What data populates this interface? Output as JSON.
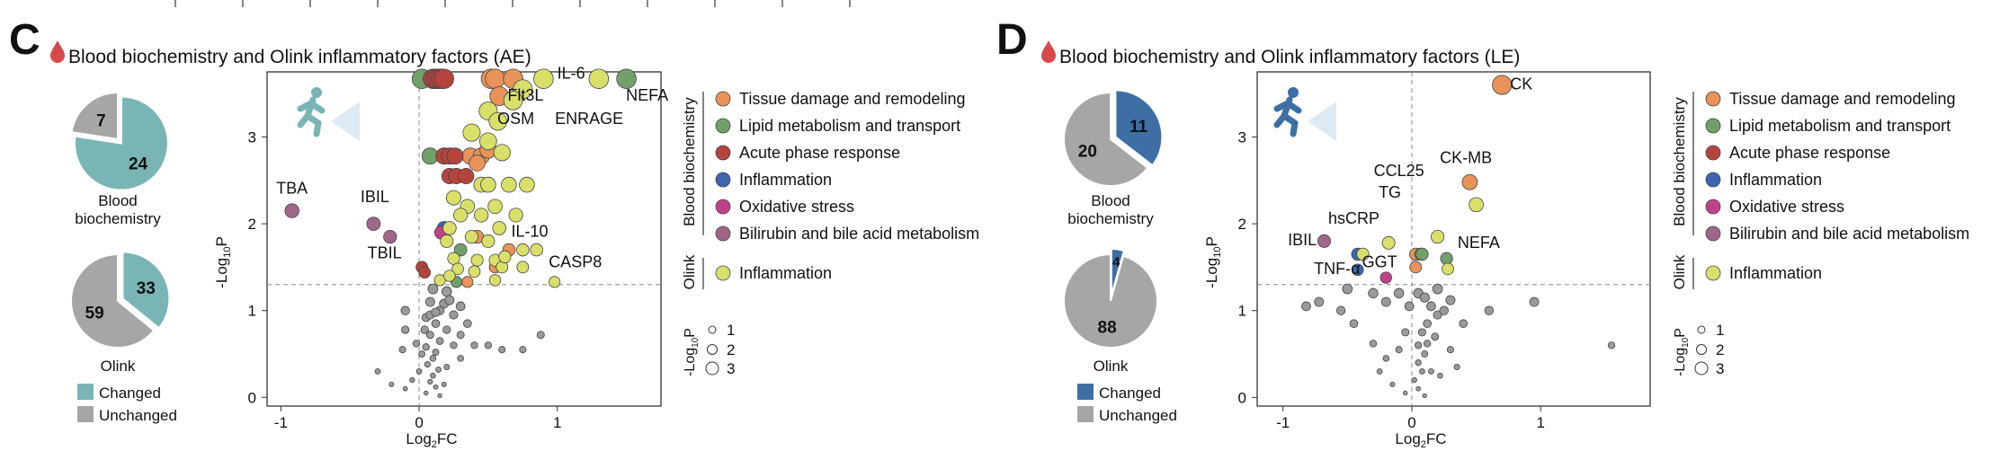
{
  "panels": [
    {
      "letter": "C",
      "title": "Blood biochemistry and Olink inflammatory factors (AE)",
      "accent": "#7ab5b5",
      "pies": [
        {
          "label": "Blood biochemistry",
          "label_lines": [
            "Blood",
            "biochemistry"
          ],
          "changed": 24,
          "unchanged": 7
        },
        {
          "label": "Olink",
          "label_lines": [
            "Olink"
          ],
          "changed": 33,
          "unchanged": 59
        }
      ],
      "pie_legend": {
        "changed": "Changed",
        "unchanged": "Unchanged"
      },
      "volcano": {
        "xlabel": "Log2FC",
        "ylabel": "-Log10P",
        "xlim": [
          -1.1,
          1.75
        ],
        "ylim": [
          -0.1,
          3.75
        ],
        "xticks": [
          -1,
          0,
          1
        ],
        "yticks": [
          0,
          1,
          2,
          3
        ],
        "threshold_y": 1.3,
        "labels": [
          {
            "text": "IL-6",
            "x": 1.1,
            "y": 3.67
          },
          {
            "text": "Flt3L",
            "x": 0.77,
            "y": 3.42
          },
          {
            "text": "NEFA",
            "x": 1.65,
            "y": 3.42
          },
          {
            "text": "OSM",
            "x": 0.7,
            "y": 3.15
          },
          {
            "text": "ENRAGE",
            "x": 1.23,
            "y": 3.15
          },
          {
            "text": "TBA",
            "x": -0.92,
            "y": 2.35
          },
          {
            "text": "IBIL",
            "x": -0.32,
            "y": 2.25
          },
          {
            "text": "TBIL",
            "x": -0.25,
            "y": 1.6
          },
          {
            "text": "IL-10",
            "x": 0.8,
            "y": 1.85
          },
          {
            "text": "CASP8",
            "x": 1.13,
            "y": 1.5
          }
        ]
      }
    },
    {
      "letter": "D",
      "title": "Blood biochemistry and Olink inflammatory factors (LE)",
      "accent": "#3d6fa5",
      "pies": [
        {
          "label": "Blood biochemistry",
          "label_lines": [
            "Blood",
            "biochemistry"
          ],
          "changed": 11,
          "unchanged": 20
        },
        {
          "label": "Olink",
          "label_lines": [
            "Olink"
          ],
          "changed": 4,
          "unchanged": 88
        }
      ],
      "pie_legend": {
        "changed": "Changed",
        "unchanged": "Unchanged"
      },
      "volcano": {
        "xlabel": "Log2FC",
        "ylabel": "-Log10P",
        "xlim": [
          -1.2,
          1.85
        ],
        "ylim": [
          -0.1,
          3.75
        ],
        "xticks": [
          -1,
          0,
          1
        ],
        "yticks": [
          0,
          1,
          2,
          3
        ],
        "threshold_y": 1.3,
        "labels": [
          {
            "text": "CK",
            "x": 0.85,
            "y": 3.55
          },
          {
            "text": "CK-MB",
            "x": 0.42,
            "y": 2.7
          },
          {
            "text": "CCL25",
            "x": -0.1,
            "y": 2.55
          },
          {
            "text": "TG",
            "x": -0.17,
            "y": 2.3
          },
          {
            "text": "hsCRP",
            "x": -0.45,
            "y": 2.0
          },
          {
            "text": "IBIL",
            "x": -0.85,
            "y": 1.75
          },
          {
            "text": "GGT",
            "x": -0.25,
            "y": 1.5
          },
          {
            "text": "TNF-α",
            "x": -0.58,
            "y": 1.42
          },
          {
            "text": "NEFA",
            "x": 0.52,
            "y": 1.72
          }
        ]
      }
    }
  ],
  "category_legend": {
    "group_blood": "Blood biochemistry",
    "group_olink": "Olink",
    "items": [
      {
        "name": "Tissue damage and remodeling",
        "color": "#e8935a"
      },
      {
        "name": "Lipid metabolism and transport",
        "color": "#72a06b"
      },
      {
        "name": "Acute phase response",
        "color": "#b5443f"
      },
      {
        "name": "Inflammation",
        "color": "#3d66b0"
      },
      {
        "name": "Oxidative stress",
        "color": "#c2408a"
      },
      {
        "name": "Bilirubin and bile acid metabolism",
        "color": "#a0668a"
      }
    ],
    "olink_item": {
      "name": "Inflammation",
      "color": "#d8e06a"
    }
  },
  "size_legend": {
    "title": "-Log10P",
    "levels": [
      "1",
      "2",
      "3"
    ]
  },
  "colors": {
    "unchanged": "#a6a6a6",
    "grey_point": "#9a9a9a",
    "runner": "#7ab5b5",
    "runner_d": "#3d6fa5"
  },
  "icons": [
    "blood-drop-icon",
    "runner-icon"
  ],
  "chart_data": [
    {
      "type": "scatter",
      "title": "Blood biochemistry and Olink inflammatory factors (AE)",
      "xlabel": "Log2FC",
      "ylabel": "-Log10P",
      "xlim": [
        -1.1,
        1.75
      ],
      "ylim": [
        -0.1,
        3.75
      ],
      "threshold_y": 1.3,
      "grid": false,
      "series": [
        {
          "name": "Tissue damage and remodeling",
          "color": "#e8935a",
          "points": [
            [
              0.52,
              3.67
            ],
            [
              0.55,
              3.67
            ],
            [
              0.68,
              3.67
            ],
            [
              0.58,
              3.47
            ],
            [
              0.37,
              2.78
            ],
            [
              0.45,
              2.78
            ],
            [
              0.5,
              2.85
            ],
            [
              0.42,
              2.7
            ],
            [
              0.42,
              1.85
            ],
            [
              0.55,
              1.5
            ],
            [
              0.35,
              1.33
            ],
            [
              0.65,
              1.7
            ]
          ]
        },
        {
          "name": "Lipid metabolism and transport",
          "color": "#72a06b",
          "points": [
            [
              1.5,
              3.67
            ],
            [
              0.02,
              3.67
            ],
            [
              0.08,
              2.78
            ],
            [
              0.3,
              1.7
            ],
            [
              0.27,
              1.33
            ]
          ]
        },
        {
          "name": "Acute phase response",
          "color": "#b5443f",
          "points": [
            [
              0.1,
              3.67
            ],
            [
              0.12,
              3.67
            ],
            [
              0.14,
              3.67
            ],
            [
              0.16,
              3.67
            ],
            [
              0.18,
              3.67
            ],
            [
              0.18,
              2.78
            ],
            [
              0.22,
              2.78
            ],
            [
              0.26,
              2.78
            ],
            [
              0.22,
              2.55
            ],
            [
              0.27,
              2.55
            ],
            [
              0.34,
              2.55
            ],
            [
              0.02,
              1.5
            ],
            [
              0.04,
              1.44
            ]
          ]
        },
        {
          "name": "Inflammation",
          "color": "#3d66b0",
          "points": [
            [
              0.18,
              1.95
            ]
          ]
        },
        {
          "name": "Oxidative stress",
          "color": "#c2408a",
          "points": [
            [
              0.16,
              1.9
            ]
          ]
        },
        {
          "name": "Bilirubin and bile acid metabolism",
          "color": "#a0668a",
          "points": [
            [
              -0.92,
              2.15
            ],
            [
              -0.33,
              2.0
            ],
            [
              -0.21,
              1.85
            ]
          ]
        },
        {
          "name": "Inflammation (Olink)",
          "color": "#d8e06a",
          "points": [
            [
              1.3,
              3.67
            ],
            [
              0.9,
              3.67
            ],
            [
              0.75,
              3.55
            ],
            [
              0.68,
              3.42
            ],
            [
              0.5,
              3.3
            ],
            [
              0.57,
              3.18
            ],
            [
              0.38,
              3.05
            ],
            [
              0.5,
              2.95
            ],
            [
              0.6,
              2.82
            ],
            [
              0.45,
              2.45
            ],
            [
              0.5,
              2.45
            ],
            [
              0.65,
              2.45
            ],
            [
              0.78,
              2.45
            ],
            [
              0.25,
              2.3
            ],
            [
              0.35,
              2.2
            ],
            [
              0.55,
              2.2
            ],
            [
              0.3,
              2.1
            ],
            [
              0.45,
              2.1
            ],
            [
              0.7,
              2.1
            ],
            [
              0.22,
              1.95
            ],
            [
              0.38,
              1.85
            ],
            [
              0.58,
              1.95
            ],
            [
              0.75,
              1.7
            ],
            [
              0.85,
              1.7
            ],
            [
              0.25,
              1.6
            ],
            [
              0.42,
              1.58
            ],
            [
              0.55,
              1.58
            ],
            [
              0.28,
              1.48
            ],
            [
              0.4,
              1.45
            ],
            [
              0.6,
              1.5
            ],
            [
              0.75,
              1.5
            ],
            [
              0.15,
              1.35
            ],
            [
              0.55,
              1.35
            ],
            [
              0.98,
              1.33
            ],
            [
              0.22,
              1.4
            ],
            [
              0.5,
              1.8
            ],
            [
              0.62,
              1.62
            ],
            [
              0.2,
              1.8
            ]
          ]
        },
        {
          "name": "Unchanged",
          "color": "#9a9a9a",
          "points": [
            [
              0.1,
              1.25
            ],
            [
              0.2,
              1.22
            ],
            [
              0.08,
              1.1
            ],
            [
              0.18,
              1.08
            ],
            [
              0.15,
              1.0
            ],
            [
              0.25,
              0.95
            ],
            [
              0.05,
              0.92
            ],
            [
              -0.1,
              1.0
            ],
            [
              0.12,
              0.85
            ],
            [
              0.2,
              0.78
            ],
            [
              0.08,
              0.72
            ],
            [
              0.15,
              0.65
            ],
            [
              0.05,
              0.58
            ],
            [
              0.12,
              0.52
            ],
            [
              0.1,
              0.45
            ],
            [
              0.06,
              0.38
            ],
            [
              0.14,
              0.32
            ],
            [
              0.1,
              0.25
            ],
            [
              0.08,
              0.18
            ],
            [
              0.12,
              0.12
            ],
            [
              0.05,
              0.05
            ],
            [
              0.15,
              0.02
            ],
            [
              -0.02,
              0.62
            ],
            [
              0.02,
              0.5
            ],
            [
              0.0,
              0.3
            ],
            [
              -0.05,
              0.2
            ],
            [
              -0.1,
              0.1
            ],
            [
              -0.1,
              0.78
            ],
            [
              -0.12,
              0.55
            ],
            [
              -0.3,
              0.3
            ],
            [
              -0.2,
              0.15
            ],
            [
              0.3,
              0.72
            ],
            [
              0.4,
              0.6
            ],
            [
              0.5,
              0.6
            ],
            [
              0.6,
              0.55
            ],
            [
              0.75,
              0.55
            ],
            [
              0.88,
              0.72
            ],
            [
              0.35,
              0.85
            ],
            [
              0.25,
              0.6
            ],
            [
              0.3,
              0.45
            ],
            [
              0.2,
              0.35
            ],
            [
              0.18,
              0.15
            ],
            [
              0.08,
              0.95
            ],
            [
              0.04,
              0.78
            ],
            [
              0.12,
              0.98
            ],
            [
              0.22,
              1.12
            ],
            [
              0.3,
              1.05
            ]
          ]
        }
      ]
    },
    {
      "type": "scatter",
      "title": "Blood biochemistry and Olink inflammatory factors (LE)",
      "xlabel": "Log2FC",
      "ylabel": "-Log10P",
      "xlim": [
        -1.2,
        1.85
      ],
      "ylim": [
        -0.1,
        3.75
      ],
      "threshold_y": 1.3,
      "grid": false,
      "series": [
        {
          "name": "Tissue damage and remodeling",
          "color": "#e8935a",
          "points": [
            [
              0.7,
              3.6
            ],
            [
              0.45,
              2.48
            ],
            [
              0.03,
              1.65
            ],
            [
              0.03,
              1.5
            ]
          ]
        },
        {
          "name": "Lipid metabolism and transport",
          "color": "#72a06b",
          "points": [
            [
              0.07,
              1.65
            ],
            [
              0.08,
              1.65
            ],
            [
              0.27,
              1.6
            ]
          ]
        },
        {
          "name": "Acute phase response",
          "color": "#b5443f",
          "points": []
        },
        {
          "name": "Inflammation",
          "color": "#3d66b0",
          "points": [
            [
              -0.42,
              1.65
            ],
            [
              -0.42,
              1.47
            ]
          ]
        },
        {
          "name": "Oxidative stress",
          "color": "#c2408a",
          "points": [
            [
              -0.2,
              1.38
            ]
          ]
        },
        {
          "name": "Bilirubin and bile acid metabolism",
          "color": "#a0668a",
          "points": [
            [
              -0.68,
              1.8
            ]
          ]
        },
        {
          "name": "Inflammation (Olink)",
          "color": "#d8e06a",
          "points": [
            [
              0.5,
              2.22
            ],
            [
              -0.38,
              1.65
            ],
            [
              -0.18,
              1.78
            ],
            [
              0.2,
              1.85
            ],
            [
              0.28,
              1.48
            ]
          ]
        },
        {
          "name": "Unchanged",
          "color": "#9a9a9a",
          "points": [
            [
              -0.5,
              1.25
            ],
            [
              -0.72,
              1.1
            ],
            [
              -0.82,
              1.05
            ],
            [
              -0.3,
              1.2
            ],
            [
              -0.2,
              1.1
            ],
            [
              -0.1,
              1.2
            ],
            [
              0.05,
              1.2
            ],
            [
              0.1,
              1.15
            ],
            [
              0.15,
              1.05
            ],
            [
              0.2,
              0.95
            ],
            [
              0.25,
              1.0
            ],
            [
              0.12,
              0.85
            ],
            [
              0.08,
              0.75
            ],
            [
              0.18,
              0.7
            ],
            [
              0.05,
              0.6
            ],
            [
              0.1,
              0.5
            ],
            [
              0.05,
              0.4
            ],
            [
              0.08,
              0.3
            ],
            [
              0.02,
              0.2
            ],
            [
              0.05,
              0.1
            ],
            [
              -0.05,
              0.05
            ],
            [
              0.1,
              0.02
            ],
            [
              -0.05,
              0.75
            ],
            [
              -0.1,
              0.55
            ],
            [
              -0.2,
              0.45
            ],
            [
              -0.25,
              0.3
            ],
            [
              -0.15,
              0.15
            ],
            [
              -0.3,
              0.62
            ],
            [
              -0.45,
              0.85
            ],
            [
              -0.55,
              1.0
            ],
            [
              0.4,
              0.85
            ],
            [
              0.3,
              0.55
            ],
            [
              0.35,
              0.35
            ],
            [
              0.6,
              1.0
            ],
            [
              0.95,
              1.1
            ],
            [
              0.22,
              0.25
            ],
            [
              0.15,
              0.3
            ],
            [
              0.12,
              0.62
            ],
            [
              1.55,
              0.6
            ],
            [
              -0.02,
              1.05
            ],
            [
              0.2,
              1.25
            ],
            [
              0.3,
              1.12
            ]
          ]
        }
      ]
    }
  ]
}
